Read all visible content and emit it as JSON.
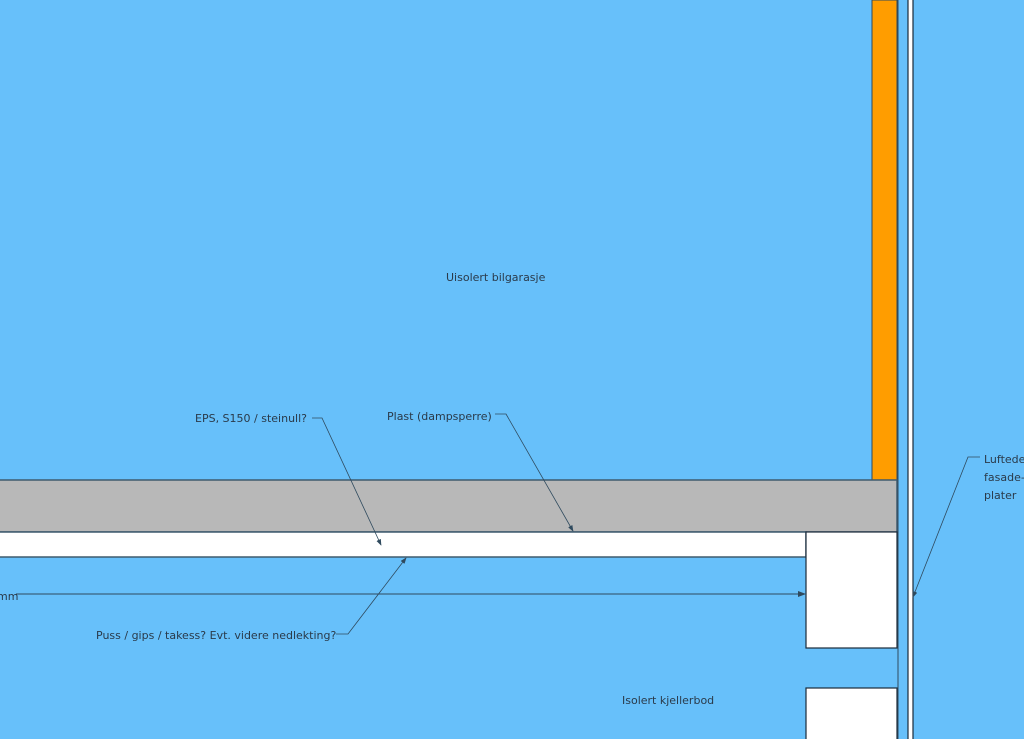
{
  "labels": {
    "garage": "Uisolert bilgarasje",
    "eps": "EPS, S150 / steinull?",
    "plast": "Plast (dampsperre)",
    "puss": "Puss / gips / takess? Evt. videre nedlekting?",
    "dimension": "mm",
    "kjellerbod": "Isolert kjellerbod",
    "facade_line1": "Luftede",
    "facade_line2": "fasade-",
    "facade_line3": "plater"
  },
  "colors": {
    "background": "#67c0fa",
    "slab": "#b8b8b8",
    "insulation": "#ffffff",
    "orange_wall": "#ff9d00",
    "line": "#2f4a5e"
  }
}
